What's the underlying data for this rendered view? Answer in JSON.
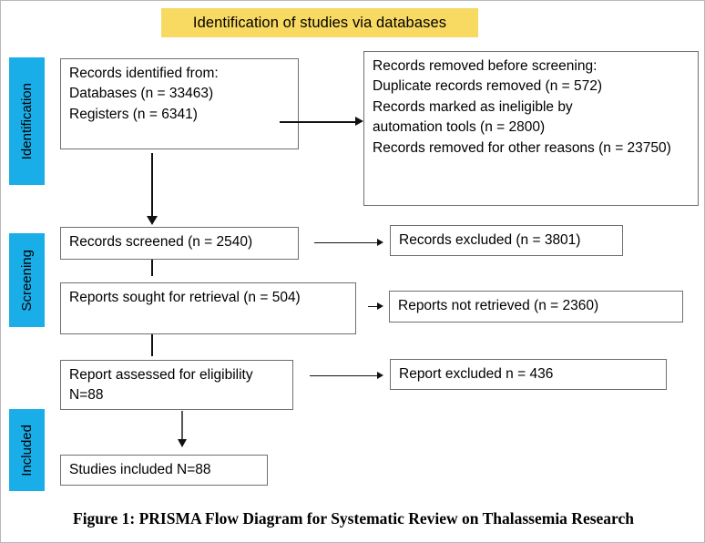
{
  "figure": {
    "banner_title": "Identification of studies via databases",
    "caption": "Figure 1: PRISMA Flow Diagram for Systematic Review on Thalassemia Research",
    "colors": {
      "banner_background": "#F8D961",
      "stage_background": "#19AEE8",
      "box_border": "#6F6F6F",
      "connector": "#111111",
      "frame_border": "#B9B9B9"
    }
  },
  "stages": [
    {
      "label": "Identification"
    },
    {
      "label": "Screening"
    },
    {
      "label": "Included"
    }
  ],
  "boxes": {
    "identified": {
      "lines": [
        "Records identified from:",
        "Databases (n = 33463)",
        "Registers (n = 6341)"
      ]
    },
    "removed": {
      "lines": [
        "Records removed before screening:",
        "Duplicate records removed (n = 572)",
        "Records marked as ineligible by",
        "automation tools (n = 2800)",
        "Records removed for other reasons (n = 23750)"
      ]
    },
    "screened": {
      "lines": [
        "Records screened (n = 2540)"
      ]
    },
    "records_excluded": {
      "lines": [
        "Records excluded (n = 3801)"
      ]
    },
    "sought": {
      "lines": [
        "Reports sought for retrieval (n = 504)"
      ]
    },
    "not_retrieved": {
      "lines": [
        "Reports not retrieved (n = 2360)"
      ]
    },
    "assessed": {
      "lines": [
        "Report assessed for eligibility N=88"
      ]
    },
    "report_excluded": {
      "lines": [
        "Report excluded n = 436"
      ]
    },
    "studies_included": {
      "lines": [
        "Studies included N=88"
      ]
    }
  }
}
